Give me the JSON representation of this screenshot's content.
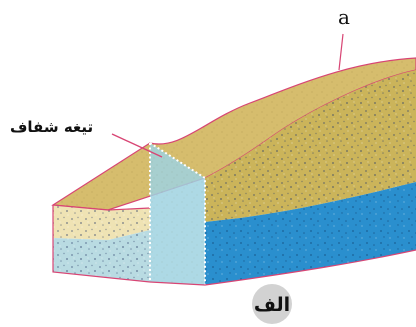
{
  "labels": {
    "point": "a",
    "blade": "تیغه شفاف",
    "panel": "الف"
  },
  "colors": {
    "sand_top": "#d6bd6d",
    "sand_side": "#cbb45a",
    "sand_front": "#efe3b4",
    "water": "#2a8fce",
    "water_front": "#b9dbe2",
    "blade": "#9fd2e0",
    "outline": "#d84574",
    "grain": "#2b3e6a",
    "panel_circle": "#d2d2d2"
  },
  "icons": {
    "leader_line": "callout-line",
    "blade_outline": "dotted-outline"
  }
}
